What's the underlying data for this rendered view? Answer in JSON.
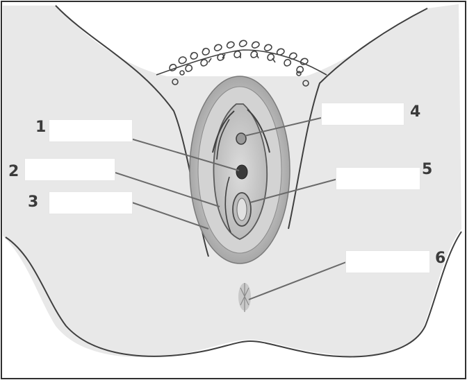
{
  "labels": [
    {
      "number": "1",
      "answer": ""
    },
    {
      "number": "2",
      "answer": ""
    },
    {
      "number": "3",
      "answer": ""
    },
    {
      "number": "4",
      "answer": ""
    },
    {
      "number": "5",
      "answer": ""
    },
    {
      "number": "6",
      "answer": ""
    }
  ],
  "colors": {
    "skin": "#e8e8e8",
    "outline": "#3f3f3f",
    "hair": "#444444",
    "label_number": "#3b3b3b",
    "leader_line": "#6a6a6a"
  }
}
